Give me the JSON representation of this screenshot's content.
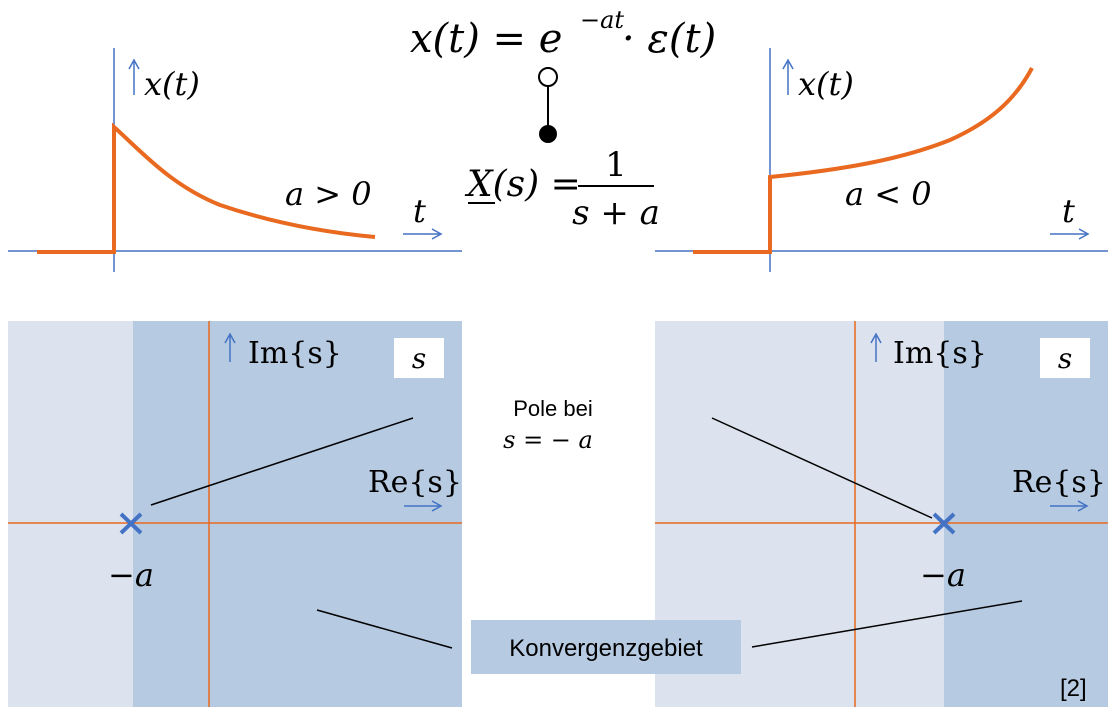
{
  "colors": {
    "curve": "#e8691f",
    "axis": "#4472c4",
    "plane_light": "#dce3ee",
    "plane_dark": "#b6cae2",
    "plane_axis": "#e8691f",
    "pole": "#4472c4"
  },
  "top_formula": {
    "lhs": "x(t) = e",
    "exp": "−at",
    "rhs": "· ε(t)"
  },
  "transform_formula": {
    "lhs": "X(s) =",
    "numerator": "1",
    "denominator": "s + a"
  },
  "plot_left": {
    "ylabel": "x(t)",
    "xlabel": "t",
    "condition": "a > 0"
  },
  "plot_right": {
    "ylabel": "x(t)",
    "xlabel": "t",
    "condition": "a < 0"
  },
  "plane_left": {
    "im_label": "Im{s}",
    "re_label": "Re{s}",
    "box_label": "s",
    "pole_label": "−a"
  },
  "plane_right": {
    "im_label": "Im{s}",
    "re_label": "Re{s}",
    "box_label": "s",
    "pole_label": "−a"
  },
  "pole_note": {
    "line1": "Pole bei",
    "line2": "s  = −  a"
  },
  "region_label": "Konvergenzgebiet",
  "reference": "[2]"
}
